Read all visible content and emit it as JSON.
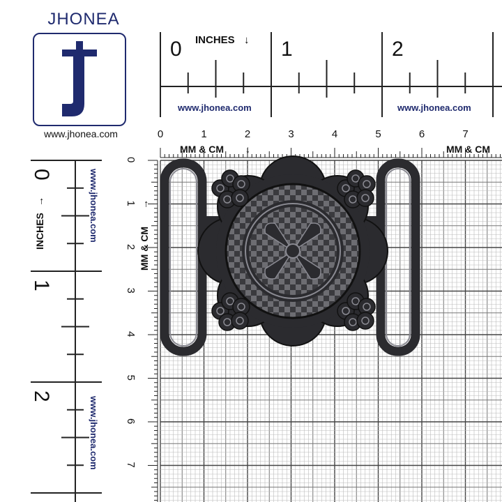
{
  "brand": {
    "name": "JHONEA",
    "website": "www.jhonea.com",
    "color": "#1f2a6e"
  },
  "top_ruler": {
    "title": "INCHES",
    "labels": [
      "0",
      "1",
      "2"
    ],
    "url_left": "www.jhonea.com",
    "url_right": "www.jhonea.com"
  },
  "cm_scale_top": {
    "title_left": "MM & CM",
    "title_right": "MM & CM",
    "labels": [
      "0",
      "1",
      "2",
      "3",
      "4",
      "5",
      "6",
      "7"
    ]
  },
  "left_ruler": {
    "title": "INCHES",
    "labels": [
      "0",
      "1",
      "2"
    ],
    "url_top": "www.jhonea.com",
    "url_bottom": "www.jhonea.com"
  },
  "cm_scale_left": {
    "title": "MM & CM",
    "labels": [
      "0",
      "1",
      "2",
      "3",
      "4",
      "5",
      "6",
      "7"
    ]
  },
  "product": {
    "finish_color": "#2b2b2f",
    "highlight_color": "#8a8a92"
  }
}
